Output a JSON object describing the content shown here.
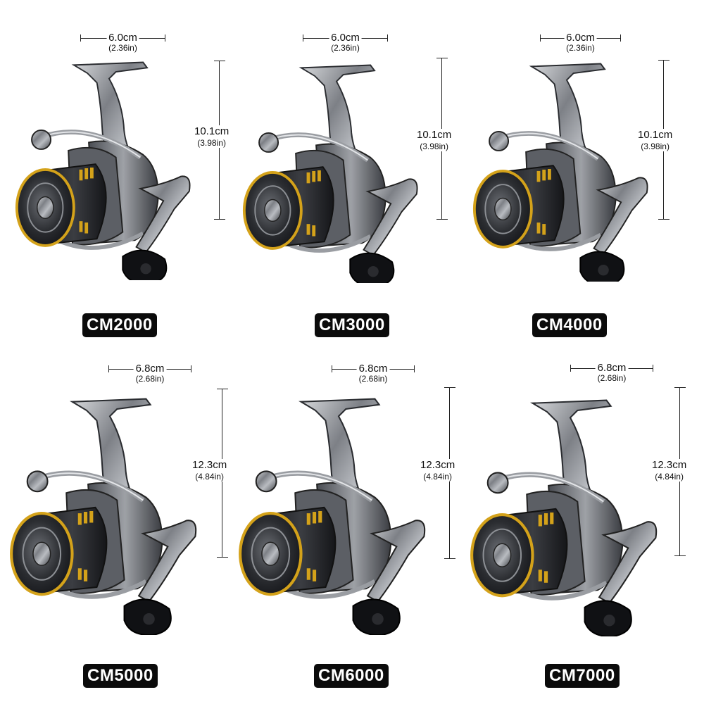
{
  "products": [
    {
      "model": "CM2000",
      "width_cm": "6.0cm",
      "width_in": "(2.36in)",
      "height_cm": "10.1cm",
      "height_in": "(3.98in)"
    },
    {
      "model": "CM3000",
      "width_cm": "6.0cm",
      "width_in": "(2.36in)",
      "height_cm": "10.1cm",
      "height_in": "(3.98in)"
    },
    {
      "model": "CM4000",
      "width_cm": "6.0cm",
      "width_in": "(2.36in)",
      "height_cm": "10.1cm",
      "height_in": "(3.98in)"
    },
    {
      "model": "CM5000",
      "width_cm": "6.8cm",
      "width_in": "(2.68in)",
      "height_cm": "12.3cm",
      "height_in": "(4.84in)"
    },
    {
      "model": "CM6000",
      "width_cm": "6.8cm",
      "width_in": "(2.68in)",
      "height_cm": "12.3cm",
      "height_in": "(4.84in)"
    },
    {
      "model": "CM7000",
      "width_cm": "6.8cm",
      "width_in": "(2.68in)",
      "height_cm": "12.3cm",
      "height_in": "(4.84in)"
    }
  ],
  "colors": {
    "background": "#ffffff",
    "label_bg": "#0b0b0b",
    "label_text": "#ffffff",
    "spool_gold": "#d4a21a",
    "metal": "#8a8d92",
    "dark_metal": "#2c2e33"
  },
  "icons": [
    "spinning-reel-image"
  ]
}
